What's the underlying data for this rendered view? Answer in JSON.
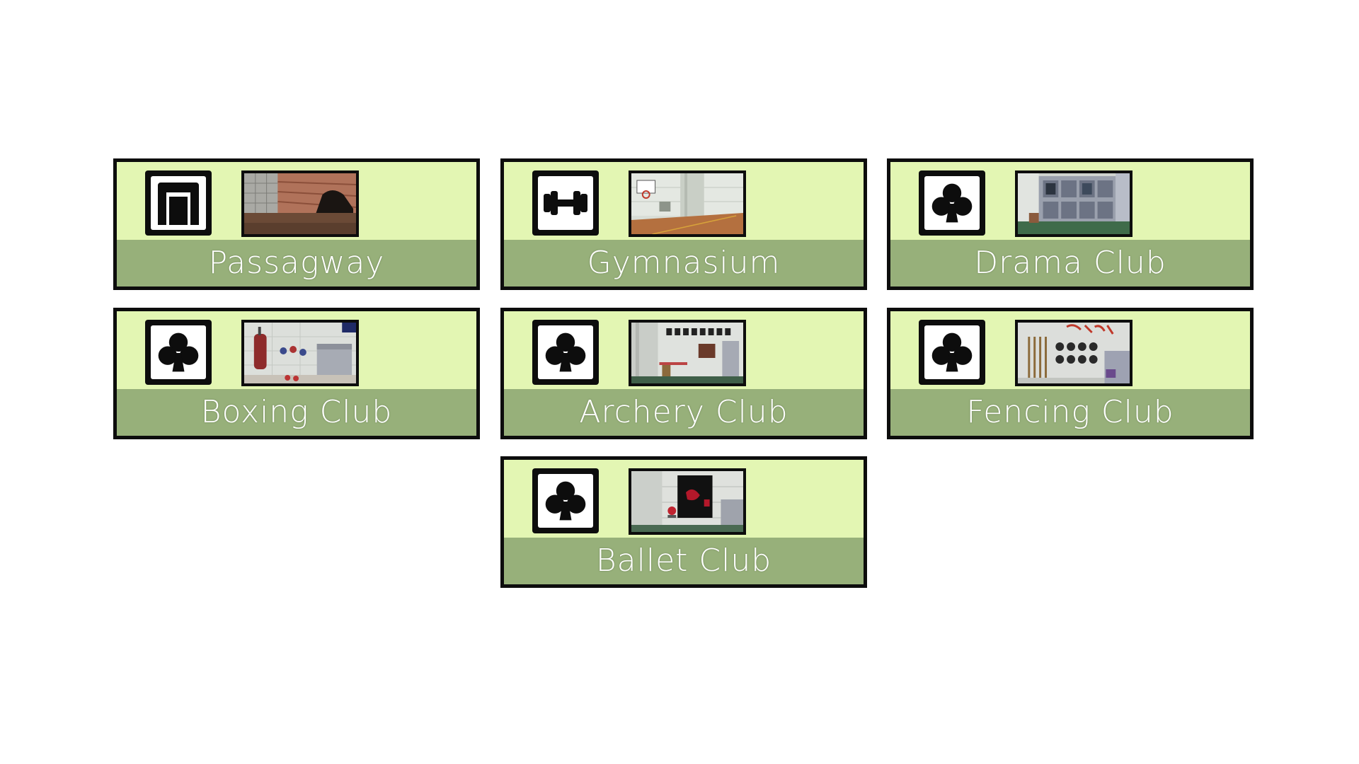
{
  "locations": [
    {
      "id": "passagway",
      "label": "Passagway",
      "icon": "doorway-icon",
      "scene": "passageway-scene"
    },
    {
      "id": "gymnasium",
      "label": "Gymnasium",
      "icon": "dumbbell-icon",
      "scene": "gymnasium-scene"
    },
    {
      "id": "drama-club",
      "label": "Drama Club",
      "icon": "club-suit-icon",
      "scene": "drama-club-scene"
    },
    {
      "id": "boxing-club",
      "label": "Boxing Club",
      "icon": "club-suit-icon",
      "scene": "boxing-club-scene"
    },
    {
      "id": "archery-club",
      "label": "Archery Club",
      "icon": "club-suit-icon",
      "scene": "archery-club-scene"
    },
    {
      "id": "fencing-club",
      "label": "Fencing Club",
      "icon": "club-suit-icon",
      "scene": "fencing-club-scene"
    },
    {
      "id": "ballet-club",
      "label": "Ballet Club",
      "icon": "club-suit-icon",
      "scene": "ballet-club-scene"
    }
  ],
  "colors": {
    "card_bg": "#e3f6b3",
    "label_band": "#97b07a",
    "border": "#0d0d0d",
    "label_text": "#ffffff"
  }
}
